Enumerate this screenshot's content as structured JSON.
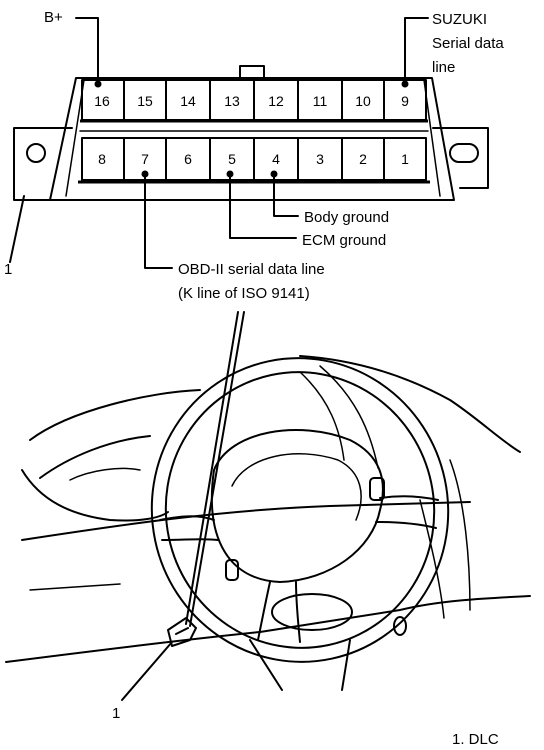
{
  "connector": {
    "top_pins": [
      "16",
      "15",
      "14",
      "13",
      "12",
      "11",
      "10",
      "9"
    ],
    "bottom_pins": [
      "8",
      "7",
      "6",
      "5",
      "4",
      "3",
      "2",
      "1"
    ]
  },
  "labels": {
    "b_plus": "B+",
    "suzuki_line1": "SUZUKI",
    "suzuki_line2": "Serial data",
    "suzuki_line3": "line",
    "body_ground": "Body ground",
    "ecm_ground": "ECM ground",
    "obd_line1": "OBD-II serial data line",
    "obd_line2": "(K line of ISO 9141)",
    "callout_top": "1",
    "callout_bottom": "1",
    "legend": "1. DLC"
  }
}
